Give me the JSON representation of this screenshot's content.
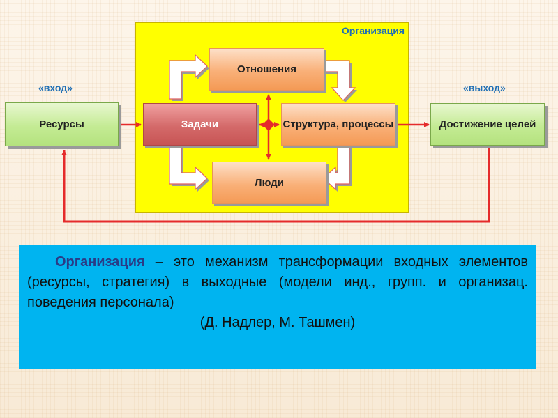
{
  "diagram": {
    "container_label": "Организация",
    "input_label": "«вход»",
    "output_label": "«выход»",
    "nodes": {
      "resources": "Ресурсы",
      "relations": "Отношения",
      "tasks": "Задачи",
      "structure": "Структура, процессы",
      "people": "Люди",
      "goals": "Достижение целей"
    }
  },
  "definition": {
    "term": "Организация",
    "text": " – это механизм трансформации входных элементов (ресурсы, стратегия) в выходные (модели инд., групп. и организац. поведения персонала)",
    "citation": "(Д. Надлер, М. Ташмен)"
  },
  "colors": {
    "container": "#ffff00",
    "accent_text": "#1f6fb5",
    "arrow": "#e52b2b",
    "definition_bg": "#00b4f0"
  }
}
